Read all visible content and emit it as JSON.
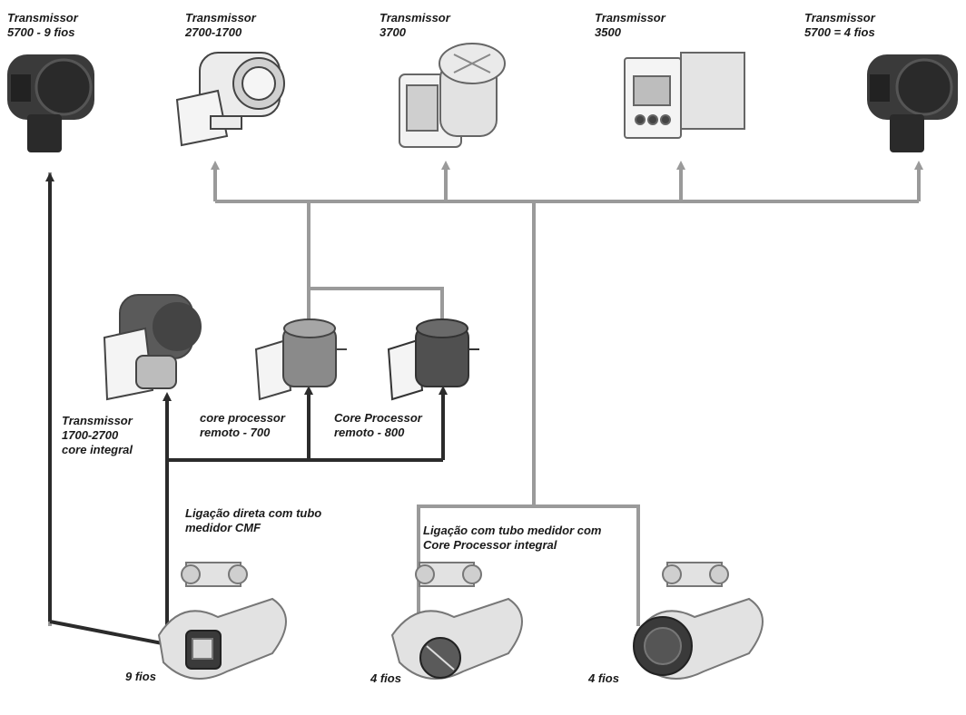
{
  "labels": {
    "t5700_9": [
      "Transmissor",
      "5700 - 9 fios"
    ],
    "t2700_1700": [
      "Transmissor",
      "2700-1700"
    ],
    "t3700": [
      "Transmissor",
      "3700"
    ],
    "t3500": [
      "Transmissor",
      "3500"
    ],
    "t5700_4": [
      "Transmissor",
      "5700 = 4 fios"
    ],
    "t1700_2700_integral": [
      "Transmissor",
      "1700-2700",
      "core integral"
    ],
    "cp_700": [
      "core processor",
      "remoto - 700"
    ],
    "cp_800": [
      "Core Processor",
      "remoto - 800"
    ],
    "direct_link": [
      "Ligação direta com tubo",
      "medidor CMF"
    ],
    "integral_link": [
      "Ligação com tubo medidor com",
      "Core Processor integral"
    ],
    "wires_9": "9 fios",
    "wires_4a": "4 fios",
    "wires_4b": "4 fios"
  },
  "colors": {
    "gray_line": "#9a9a9a",
    "dark_line": "#2b2b2b",
    "device_dark": "#3a3a3a",
    "device_light": "#e6e6e6",
    "outline": "#555555"
  }
}
